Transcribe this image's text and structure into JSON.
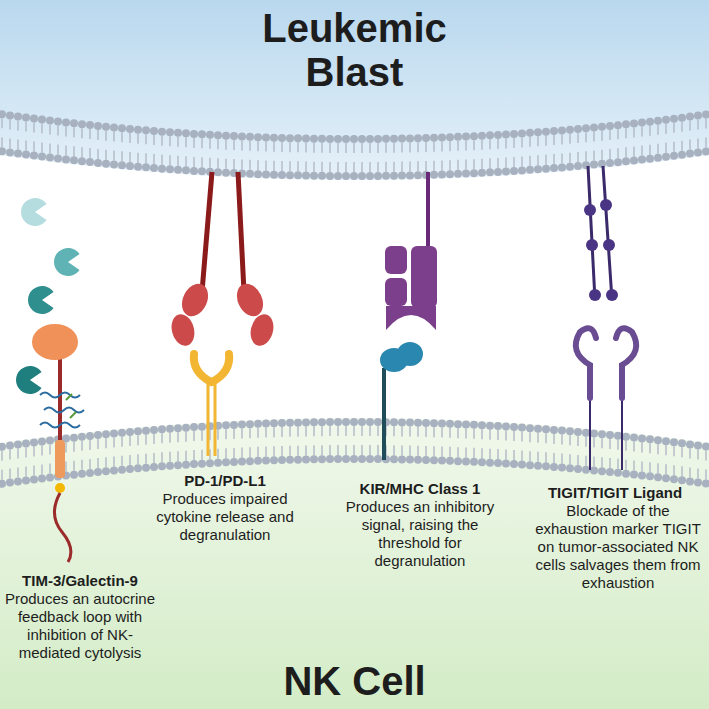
{
  "diagram": {
    "nodes": [
      {
        "text": [
          "Leukemic Blast"
        ]
      },
      {
        "text": [
          "NK Cell"
        ]
      }
    ],
    "labels": [
      "TIM-3/Galectin-9",
      "Produces an autocrine feedback loop with inhibition of NK-mediated cytolysis",
      "PD-1/PD-L1",
      "Produces impaired cytokine release and degranulation",
      "KIR/MHC Class 1",
      "Produces an inhibitory signal, raising the threshold for degranulation",
      "TIGIT/TIGIT Ligand",
      "Blockade of the exhaustion marker TIGIT on tumor-associated NK cells salvages them from exhaustion"
    ]
  }
}
